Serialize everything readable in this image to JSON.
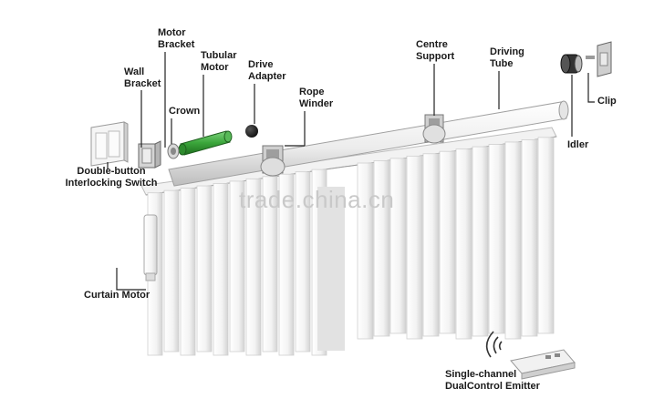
{
  "labels": {
    "motor_bracket": "Motor\nBracket",
    "tubular_motor": "Tubular\nMotor",
    "wall_bracket": "Wall\nBracket",
    "crown": "Crown",
    "drive_adapter": "Drive\nAdapter",
    "rope_winder": "Rope\nWinder",
    "centre_support": "Centre\nSupport",
    "driving_tube": "Driving\nTube",
    "clip": "Clip",
    "idler": "Idler",
    "double_button_switch": "Double-button\nInterlocking Switch",
    "curtain_motor": "Curtain Motor",
    "emitter": "Single-channel\nDualControl Emitter"
  },
  "watermark": "trade.china.cn",
  "colors": {
    "line": "#222222",
    "tube_light": "#f4f4f4",
    "tube_shade": "#c8c8c8",
    "motor_green": "#3aa53a",
    "panel_light": "#fbfbfb",
    "panel_shade": "#d9d9d9",
    "watermark": "#c9c9c9"
  }
}
